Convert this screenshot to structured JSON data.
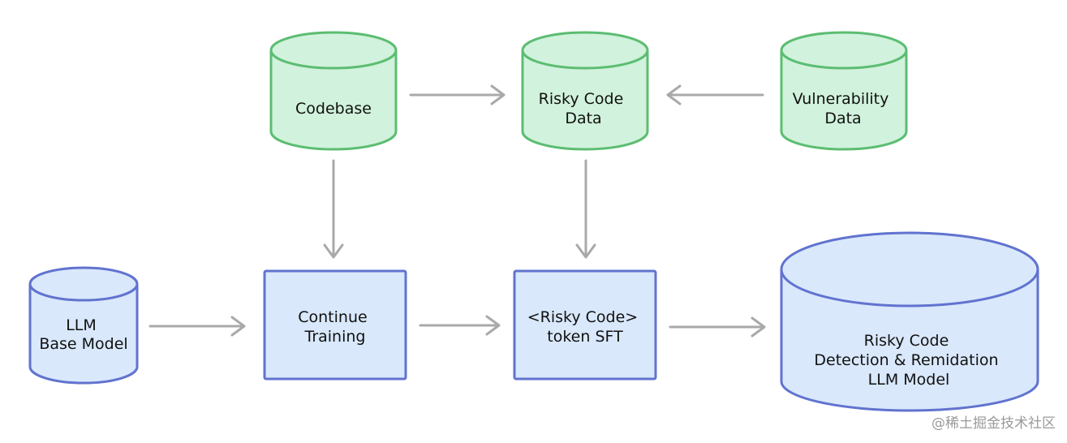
{
  "colors": {
    "data_fill": "#d1f2dc",
    "data_stroke": "#5cbd72",
    "model_fill": "#d9e8fb",
    "model_stroke": "#6173cf",
    "arrow": "#a9a9a9",
    "text": "#111111"
  },
  "nodes": {
    "codebase": {
      "lines": [
        "Codebase"
      ]
    },
    "risky_code_data": {
      "lines": [
        "Risky Code",
        "Data"
      ]
    },
    "vulnerability_data": {
      "lines": [
        "Vulnerability",
        "Data"
      ]
    },
    "llm_base_model": {
      "lines": [
        "LLM",
        "Base Model"
      ]
    },
    "continue_training": {
      "lines": [
        "Continue",
        "Training"
      ]
    },
    "token_sft": {
      "lines": [
        "<Risky Code>",
        "token SFT"
      ]
    },
    "final_model": {
      "lines": [
        "Risky Code",
        "Detection & Remidation",
        "LLM Model"
      ]
    }
  },
  "watermark": "@稀土掘金技术社区"
}
